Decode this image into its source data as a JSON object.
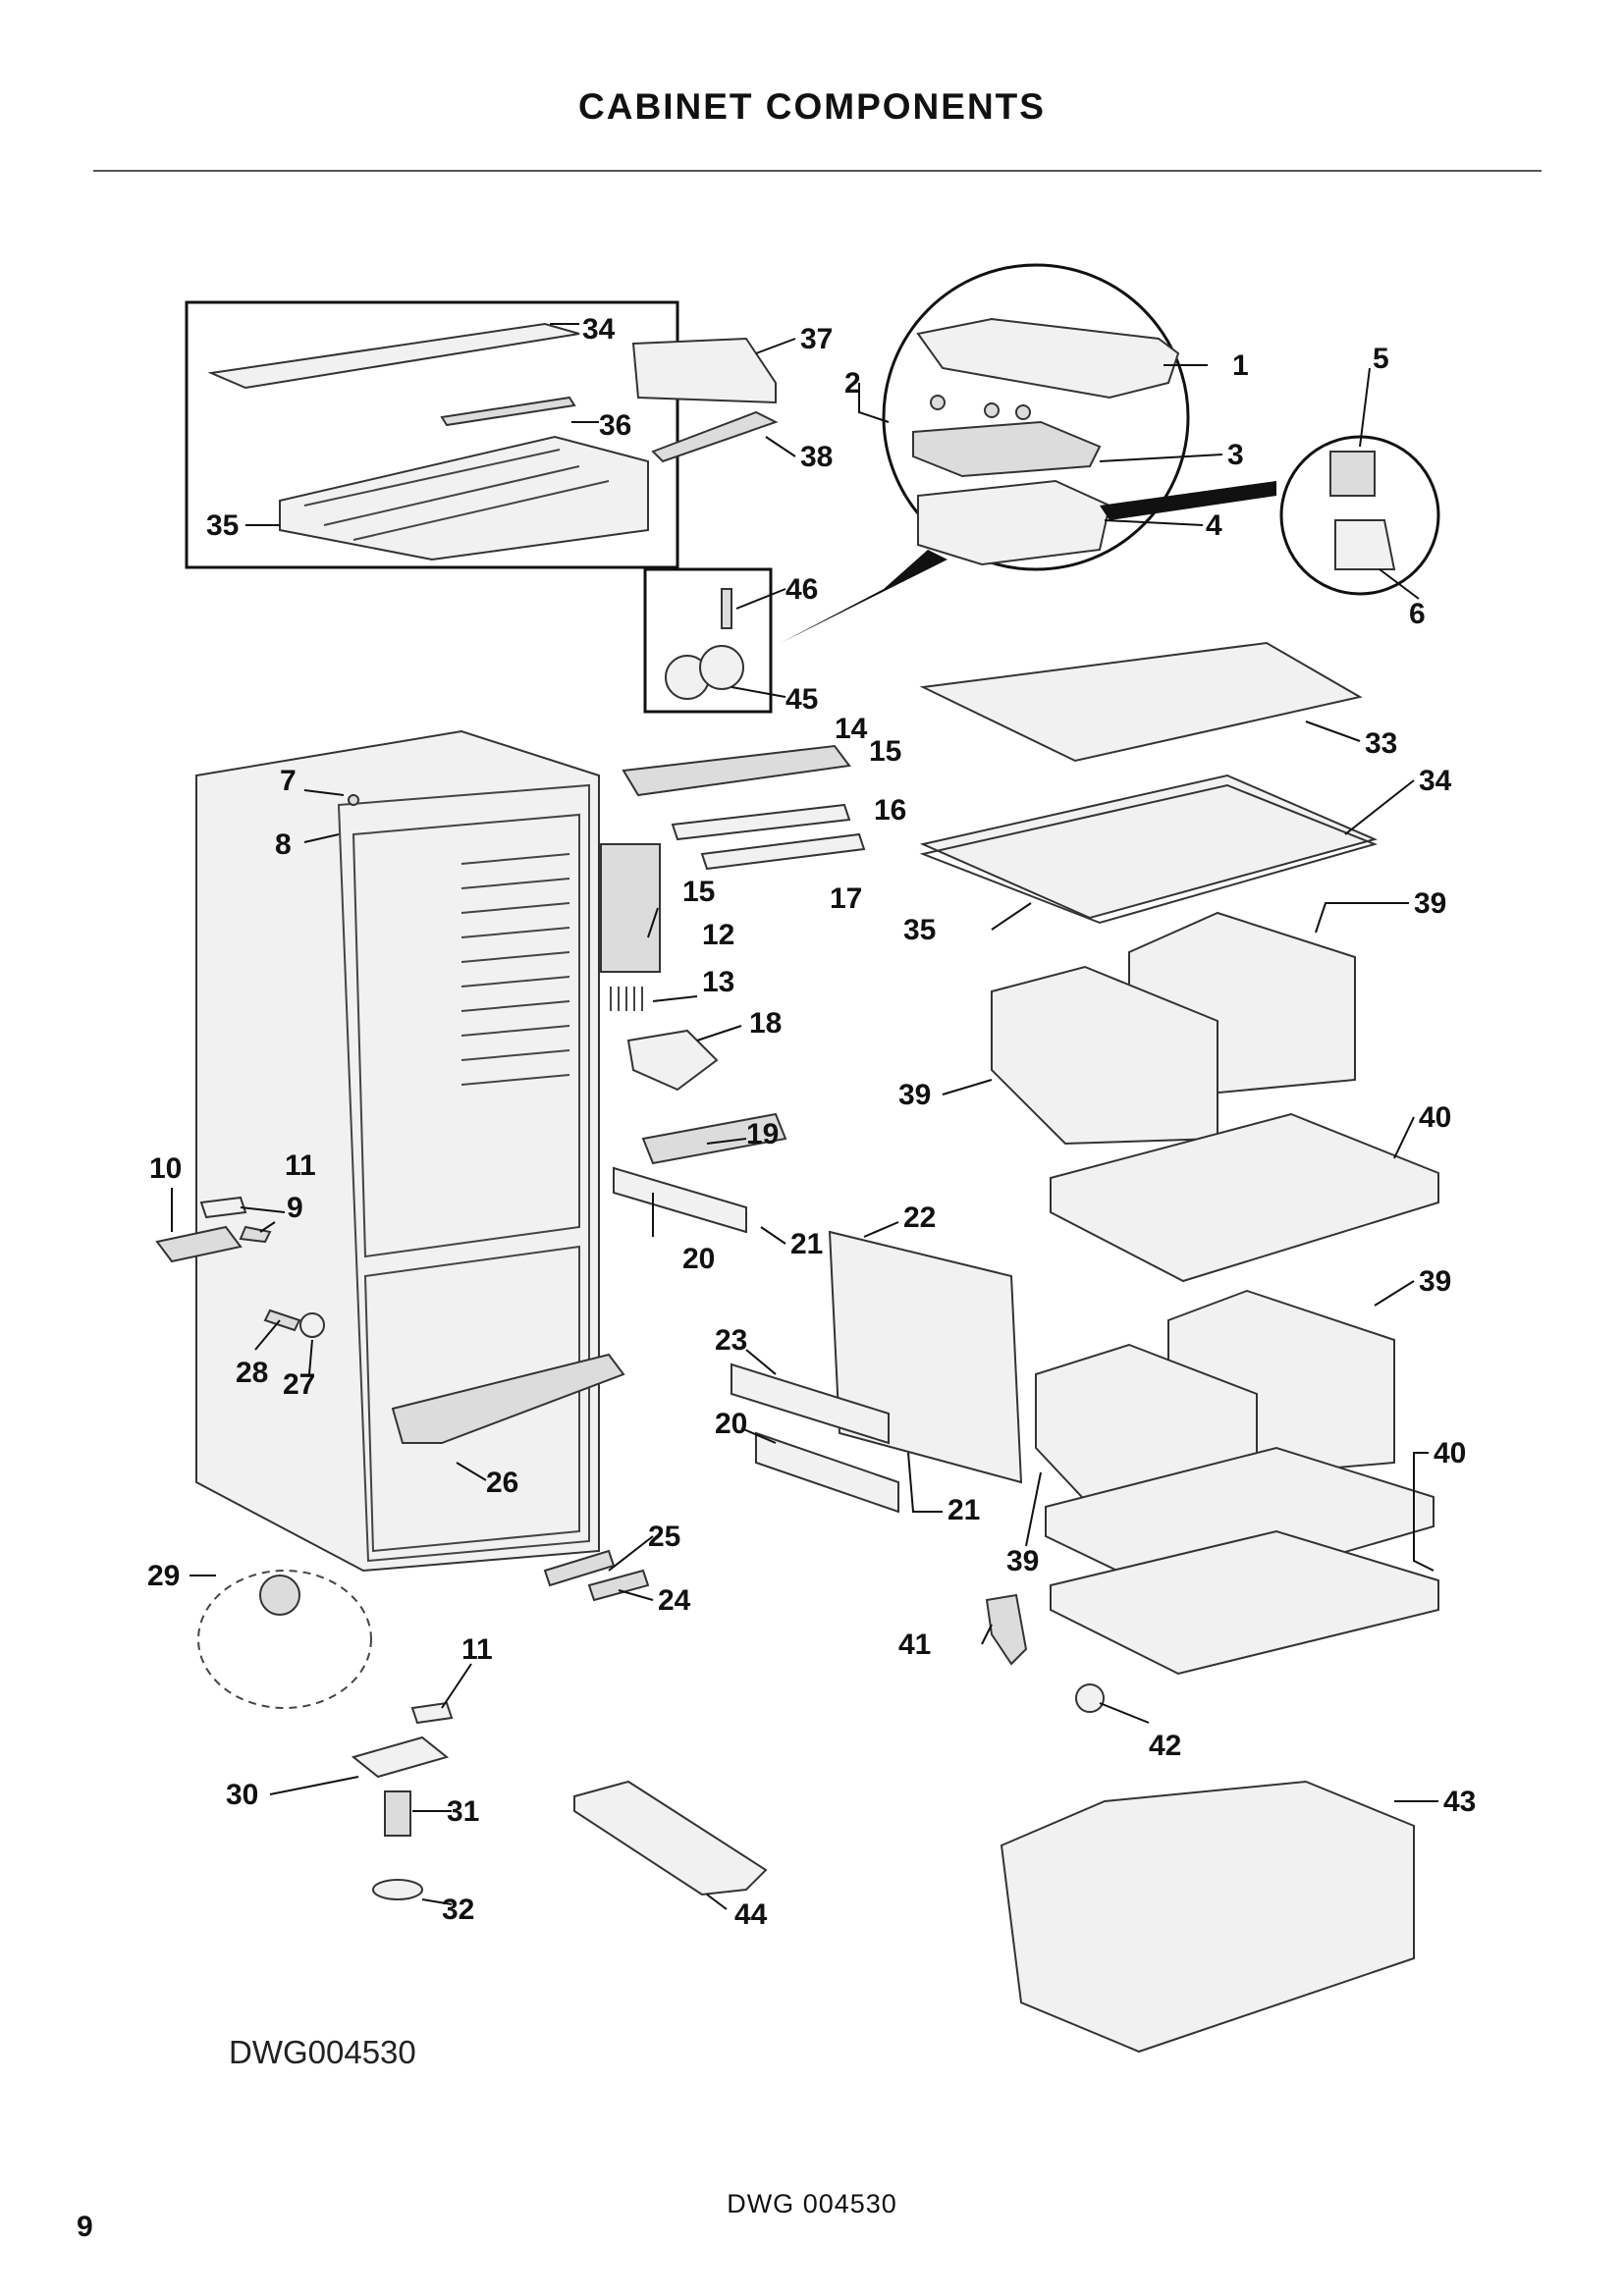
{
  "page": {
    "title": "CABINET COMPONENTS",
    "drawing_label": "DWG004530",
    "footer_code": "DWG 004530",
    "page_number": "9"
  },
  "callouts": [
    {
      "id": "c1",
      "text": "1"
    },
    {
      "id": "c2",
      "text": "2"
    },
    {
      "id": "c3",
      "text": "3"
    },
    {
      "id": "c4",
      "text": "4"
    },
    {
      "id": "c5",
      "text": "5"
    },
    {
      "id": "c6",
      "text": "6"
    },
    {
      "id": "c7",
      "text": "7"
    },
    {
      "id": "c8",
      "text": "8"
    },
    {
      "id": "c9",
      "text": "9"
    },
    {
      "id": "c10",
      "text": "10"
    },
    {
      "id": "c11a",
      "text": "11"
    },
    {
      "id": "c11b",
      "text": "11"
    },
    {
      "id": "c12",
      "text": "12"
    },
    {
      "id": "c13",
      "text": "13"
    },
    {
      "id": "c14",
      "text": "14"
    },
    {
      "id": "c15a",
      "text": "15"
    },
    {
      "id": "c15b",
      "text": "15"
    },
    {
      "id": "c16",
      "text": "16"
    },
    {
      "id": "c17",
      "text": "17"
    },
    {
      "id": "c18",
      "text": "18"
    },
    {
      "id": "c19",
      "text": "19"
    },
    {
      "id": "c20a",
      "text": "20"
    },
    {
      "id": "c20b",
      "text": "20"
    },
    {
      "id": "c21a",
      "text": "21"
    },
    {
      "id": "c21b",
      "text": "21"
    },
    {
      "id": "c22",
      "text": "22"
    },
    {
      "id": "c23",
      "text": "23"
    },
    {
      "id": "c24",
      "text": "24"
    },
    {
      "id": "c25",
      "text": "25"
    },
    {
      "id": "c26",
      "text": "26"
    },
    {
      "id": "c27",
      "text": "27"
    },
    {
      "id": "c28",
      "text": "28"
    },
    {
      "id": "c29",
      "text": "29"
    },
    {
      "id": "c30",
      "text": "30"
    },
    {
      "id": "c31",
      "text": "31"
    },
    {
      "id": "c32",
      "text": "32"
    },
    {
      "id": "c33",
      "text": "33"
    },
    {
      "id": "c34a",
      "text": "34"
    },
    {
      "id": "c34b",
      "text": "34"
    },
    {
      "id": "c35a",
      "text": "35"
    },
    {
      "id": "c35b",
      "text": "35"
    },
    {
      "id": "c36",
      "text": "36"
    },
    {
      "id": "c37",
      "text": "37"
    },
    {
      "id": "c38",
      "text": "38"
    },
    {
      "id": "c39a",
      "text": "39"
    },
    {
      "id": "c39b",
      "text": "39"
    },
    {
      "id": "c39c",
      "text": "39"
    },
    {
      "id": "c39d",
      "text": "39"
    },
    {
      "id": "c40a",
      "text": "40"
    },
    {
      "id": "c40b",
      "text": "40"
    },
    {
      "id": "c41",
      "text": "41"
    },
    {
      "id": "c42",
      "text": "42"
    },
    {
      "id": "c43",
      "text": "43"
    },
    {
      "id": "c44",
      "text": "44"
    },
    {
      "id": "c45",
      "text": "45"
    },
    {
      "id": "c46",
      "text": "46"
    }
  ]
}
